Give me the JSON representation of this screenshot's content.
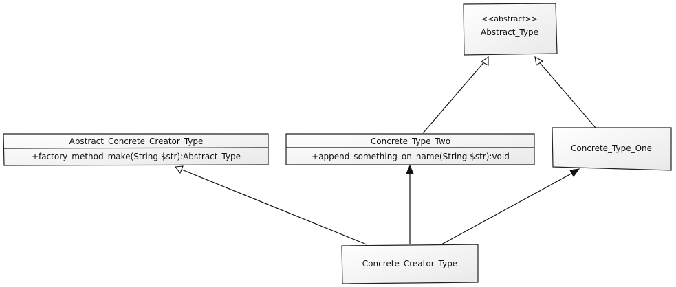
{
  "diagram": {
    "abstract_type": {
      "stereotype": "<<abstract>>",
      "name": "Abstract_Type"
    },
    "abstract_concrete_creator_type": {
      "name": "Abstract_Concrete_Creator_Type",
      "method": "+factory_method_make(String $str):Abstract_Type"
    },
    "concrete_type_two": {
      "name": "Concrete_Type_Two",
      "method": "+append_something_on_name(String $str):void"
    },
    "concrete_type_one": {
      "name": "Concrete_Type_One"
    },
    "concrete_creator_type": {
      "name": "Concrete_Creator_Type"
    },
    "relations": [
      {
        "from": "Concrete_Type_Two",
        "to": "Abstract_Type",
        "kind": "inheritance"
      },
      {
        "from": "Concrete_Type_One",
        "to": "Abstract_Type",
        "kind": "inheritance"
      },
      {
        "from": "Concrete_Creator_Type",
        "to": "Abstract_Concrete_Creator_Type",
        "kind": "inheritance"
      },
      {
        "from": "Concrete_Creator_Type",
        "to": "Concrete_Type_Two",
        "kind": "association"
      },
      {
        "from": "Concrete_Creator_Type",
        "to": "Concrete_Type_One",
        "kind": "association"
      }
    ]
  }
}
